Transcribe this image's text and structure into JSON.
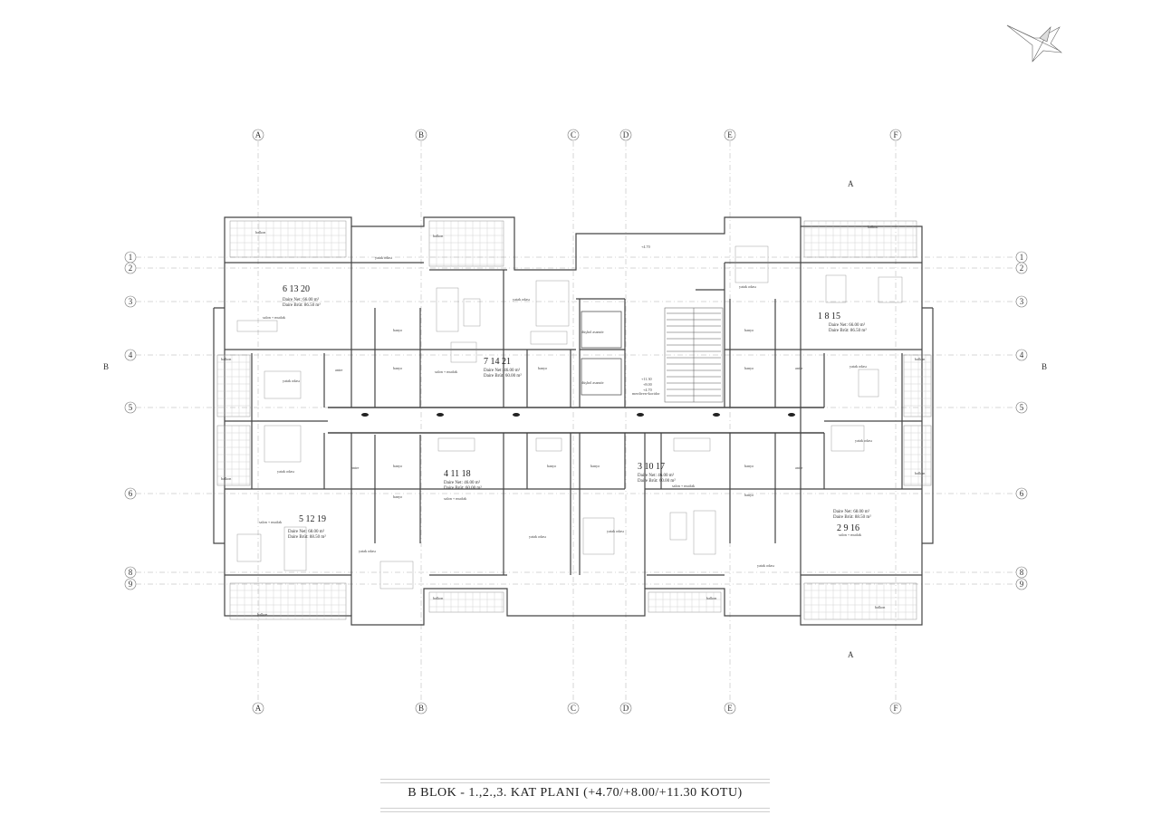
{
  "title": "B BLOK - 1.,2.,3.  KAT  PLANI  (+4.70/+8.00/+11.30 KOTU)",
  "grid": {
    "columns": [
      "A",
      "B",
      "C",
      "D",
      "E",
      "F"
    ],
    "rows": [
      "1",
      "2",
      "3",
      "4",
      "5",
      "6",
      "8",
      "9"
    ]
  },
  "section_marks": {
    "vertical": "A",
    "horizontal": "B"
  },
  "units": [
    {
      "numbers": "6 13 20",
      "net": "Daire Net: 66.00 m²",
      "brut": "Daire Brüt: 86.50 m²"
    },
    {
      "numbers": "7 14 21",
      "net": "Daire Net: 46.00 m²",
      "brut": "Daire Brüt: 60.00 m²"
    },
    {
      "numbers": "1 8 15",
      "net": "Daire Net: 66.00 m²",
      "brut": "Daire Brüt: 86.50 m²"
    },
    {
      "numbers": "4 11 18",
      "net": "Daire Net: 46.00 m²",
      "brut": "Daire Brüt: 60.00 m²"
    },
    {
      "numbers": "3 10 17",
      "net": "Daire Net: 46.00 m²",
      "brut": "Daire Brüt: 60.00 m²"
    },
    {
      "numbers": "5 12 19",
      "net": "Daire Net: 68.00 m²",
      "brut": "Daire Brüt: 88.50 m²"
    },
    {
      "numbers": "2 9 16",
      "net": "Daire Net: 68.00 m²",
      "brut": "Daire Brüt: 88.50 m²"
    }
  ],
  "room_labels": {
    "balkon": "balkon",
    "yatak_odasi": "yatak odası",
    "salon_mutfak": "salon + mutfak",
    "banyo": "banyo",
    "antre": "antre",
    "asansor": "düşhol asansör",
    "merdiven": "merdiven+koridor",
    "levels": [
      "+11.30",
      "+8.00",
      "+4.70"
    ],
    "roof_level": "+4.70"
  }
}
